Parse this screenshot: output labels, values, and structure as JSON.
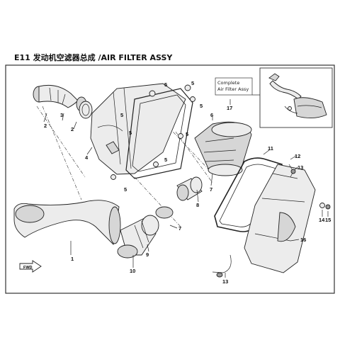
{
  "diagram": {
    "title": "E11 发动机空滤器总成 /AIR FILTER ASSY",
    "inset_label_line1": "Complete",
    "inset_label_line2": "Air Filter Assy",
    "fwd_label": "FWD",
    "callouts": [
      "1",
      "2",
      "3",
      "2",
      "4",
      "5",
      "5",
      "5",
      "5",
      "5",
      "5",
      "5",
      "5",
      "6",
      "7",
      "7",
      "8",
      "9",
      "10",
      "11",
      "12",
      "13",
      "13",
      "14",
      "15",
      "16",
      "17"
    ]
  }
}
